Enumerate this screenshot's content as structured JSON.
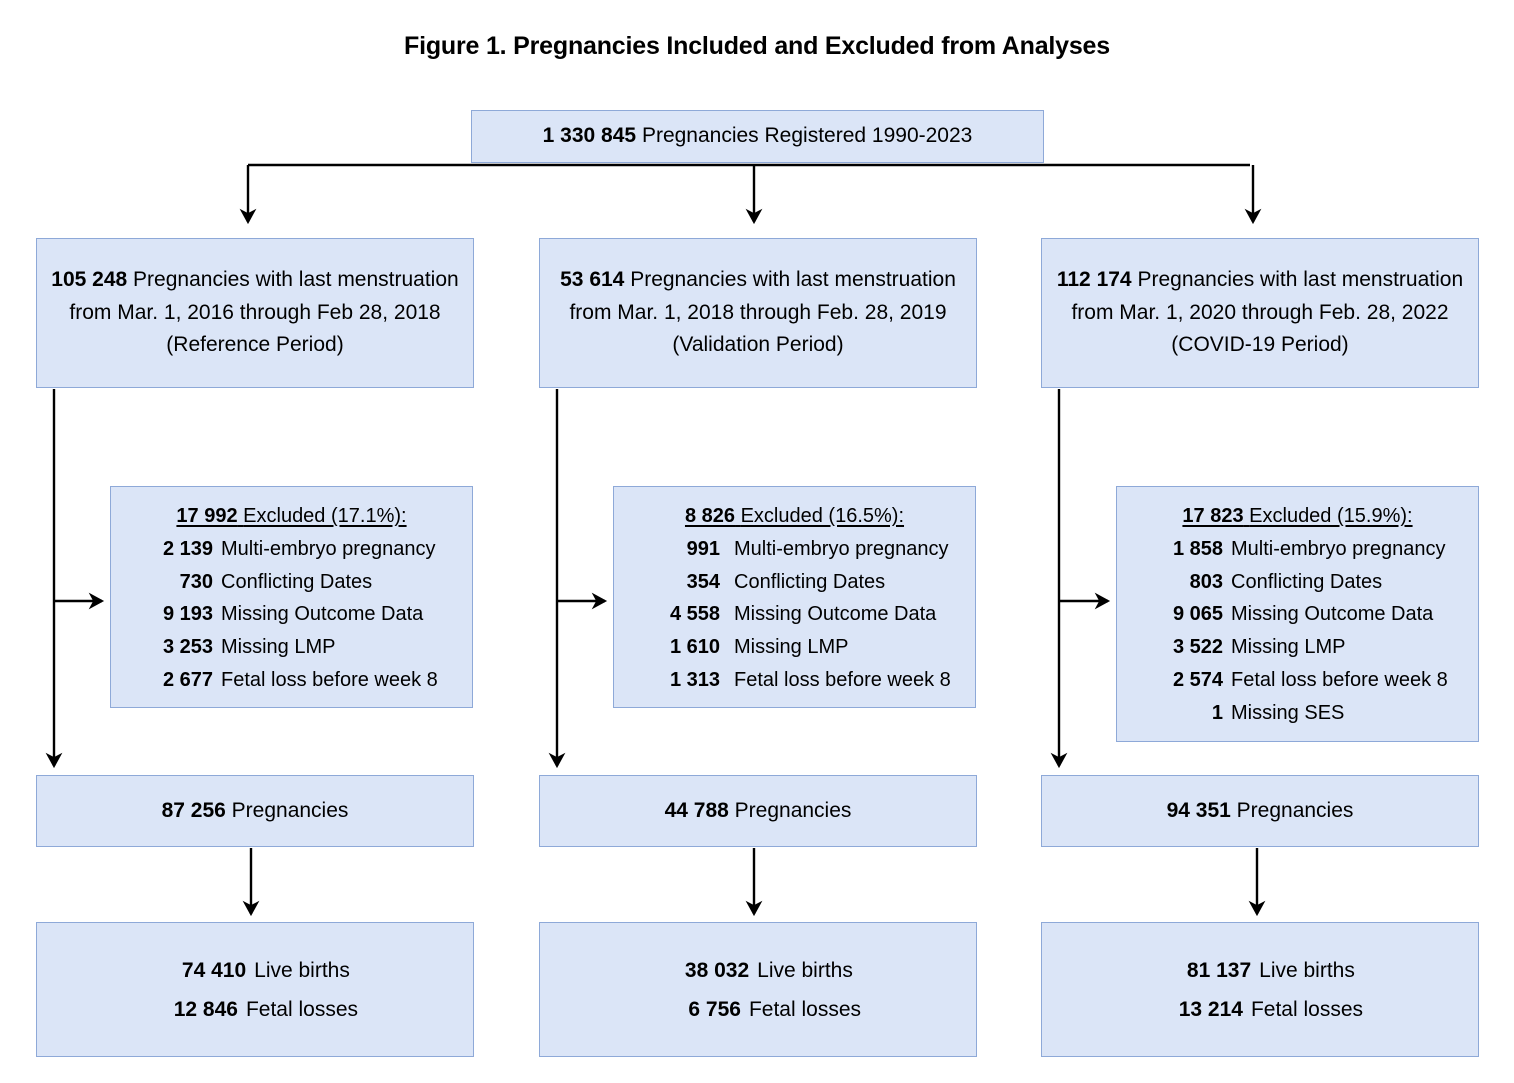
{
  "figure": {
    "title": "Figure 1. Pregnancies Included and Excluded from Analyses"
  },
  "colors": {
    "box_fill": "#dbe5f7",
    "box_border": "#8ea9d8",
    "connector": "#000000",
    "text": "#000000"
  },
  "root": {
    "count": "1 330 845",
    "label": "Pregnancies Registered 1990-2023"
  },
  "columns": [
    {
      "period": {
        "count": "105 248",
        "line1_label": "Pregnancies with last menstruation",
        "line2": "from Mar. 1, 2016 through Feb 28, 2018",
        "line3": "(Reference Period)"
      },
      "excluded": {
        "count": "17 992",
        "header_label": "Excluded (17.1%):",
        "reasons": [
          {
            "count": "2 139",
            "label": "Multi-embryo pregnancy"
          },
          {
            "count": "730",
            "label": "Conflicting Dates"
          },
          {
            "count": "9 193",
            "label": "Missing Outcome Data"
          },
          {
            "count": "3 253",
            "label": "Missing LMP"
          },
          {
            "count": "2 677",
            "label": "Fetal loss before week 8"
          }
        ]
      },
      "retained": {
        "count": "87 256",
        "label": "Pregnancies"
      },
      "outcomes": [
        {
          "count": "74 410",
          "label": "Live births"
        },
        {
          "count": "12 846",
          "label": "Fetal losses"
        }
      ]
    },
    {
      "period": {
        "count": "53 614",
        "line1_label": "Pregnancies with last menstruation",
        "line2": "from Mar. 1, 2018 through Feb. 28, 2019",
        "line3": "(Validation Period)"
      },
      "excluded": {
        "count": "8 826",
        "header_label": "Excluded (16.5%):",
        "reasons": [
          {
            "count": "991",
            "label": "Multi-embryo pregnancy"
          },
          {
            "count": "354",
            "label": "Conflicting Dates"
          },
          {
            "count": "4 558",
            "label": "Missing Outcome Data"
          },
          {
            "count": "1 610",
            "label": "Missing LMP"
          },
          {
            "count": "1 313",
            "label": "Fetal loss before week 8"
          }
        ]
      },
      "retained": {
        "count": "44 788",
        "label": "Pregnancies"
      },
      "outcomes": [
        {
          "count": "38 032",
          "label": "Live births"
        },
        {
          "count": "6 756",
          "label": "Fetal losses"
        }
      ]
    },
    {
      "period": {
        "count": "112 174",
        "line1_label": "Pregnancies with last menstruation",
        "line2": "from Mar. 1, 2020 through Feb. 28, 2022",
        "line3": "(COVID-19 Period)"
      },
      "excluded": {
        "count": "17 823",
        "header_label": "Excluded (15.9%):",
        "reasons": [
          {
            "count": "1 858",
            "label": "Multi-embryo pregnancy"
          },
          {
            "count": "803",
            "label": "Conflicting Dates"
          },
          {
            "count": "9 065",
            "label": "Missing Outcome Data"
          },
          {
            "count": "3 522",
            "label": "Missing LMP"
          },
          {
            "count": "2 574",
            "label": "Fetal loss before week 8"
          },
          {
            "count": "1",
            "label": "Missing SES"
          }
        ]
      },
      "retained": {
        "count": "94 351",
        "label": "Pregnancies"
      },
      "outcomes": [
        {
          "count": "81 137",
          "label": "Live births"
        },
        {
          "count": "13 214",
          "label": "Fetal losses"
        }
      ]
    }
  ]
}
